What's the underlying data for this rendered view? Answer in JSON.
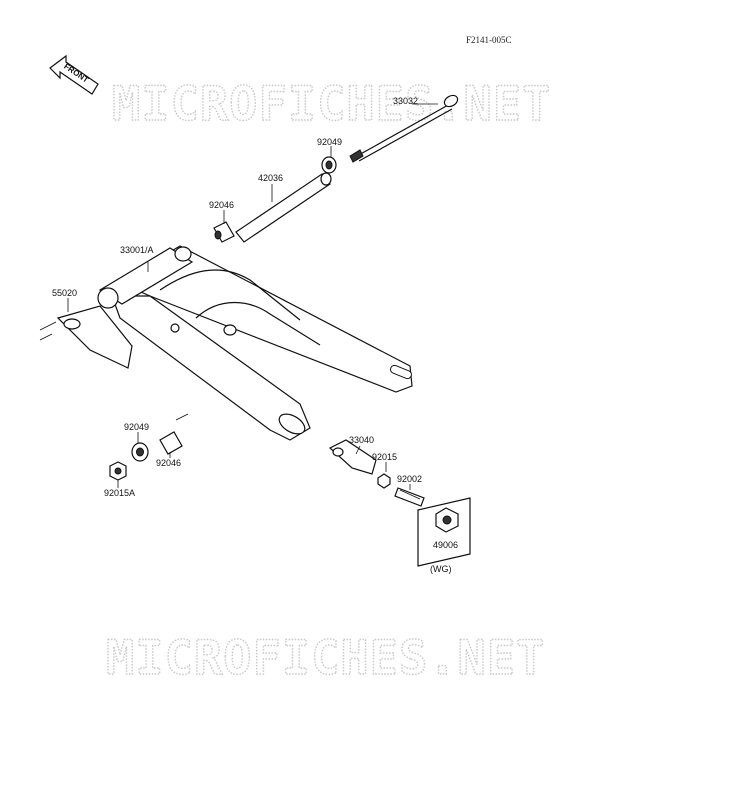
{
  "figure_code": "F2141-005C",
  "front_label": "FRONT",
  "watermark": "MICROFICHES.NET",
  "variant_label": "(WG)",
  "parts": {
    "p33032": "33032",
    "p92049_top": "92049",
    "p42036": "42036",
    "p92046_top": "92046",
    "p33001A": "33001/A",
    "p55020": "55020",
    "p92049_low": "92049",
    "p92046_low": "92046",
    "p92015A": "92015A",
    "p33040": "33040",
    "p92015": "92015",
    "p92002": "92002",
    "p49006": "49006"
  }
}
